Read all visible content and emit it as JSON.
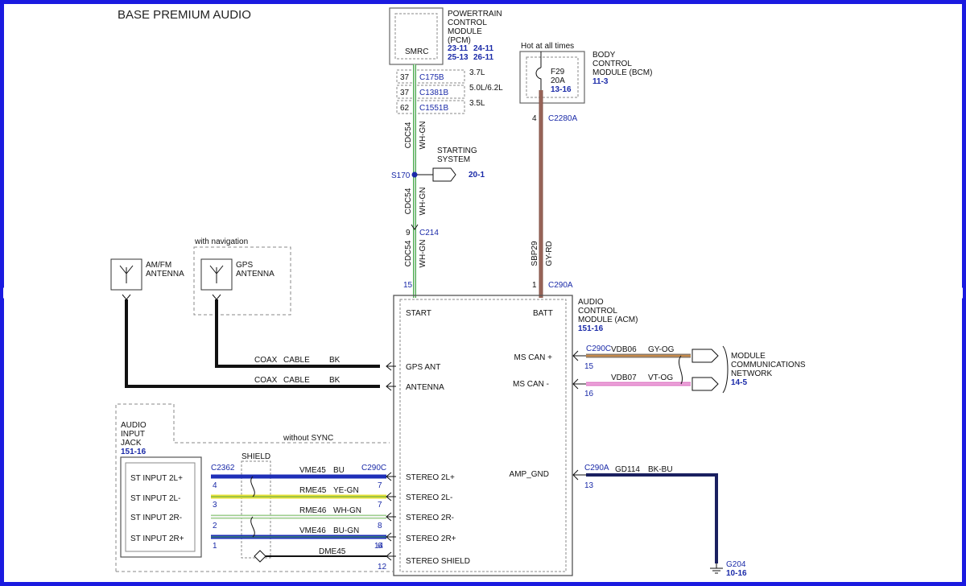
{
  "title": "BASE PREMIUM AUDIO",
  "pcm": {
    "lines": [
      "POWERTRAIN",
      "CONTROL",
      "MODULE",
      "(PCM)"
    ],
    "refs": [
      "23-11",
      "24-11",
      "25-13",
      "26-11"
    ],
    "inner_label": "SMRC",
    "pins": [
      {
        "pin": "37",
        "connector": "C175B",
        "variant": "3.7L"
      },
      {
        "pin": "37",
        "connector": "C1381B",
        "variant": "5.0L/6.2L"
      },
      {
        "pin": "62",
        "connector": "C1551B",
        "variant": "3.5L"
      }
    ]
  },
  "bcm": {
    "hot_label": "Hot at all times",
    "lines": [
      "BODY",
      "CONTROL",
      "MODULE (BCM)"
    ],
    "ref": "11-3",
    "fuse": "F29",
    "amps": "20A",
    "fuse_ref": "13-16",
    "pin": "4",
    "connector": "C2280A"
  },
  "start_circuit": {
    "segments": [
      {
        "circuit": "CDC54",
        "color": "WH-GN"
      },
      {
        "circuit": "CDC54",
        "color": "WH-GN"
      },
      {
        "circuit": "CDC54",
        "color": "WH-GN"
      }
    ],
    "splice": "S170",
    "starting_lines": [
      "STARTING",
      "SYSTEM"
    ],
    "starting_ref": "20-1",
    "c214_pin": "9",
    "c214": "C214",
    "acm_pin": "15"
  },
  "batt_circuit": {
    "circuit": "SBP29",
    "color": "GY-RD",
    "acm_pin": "1",
    "connector": "C290A"
  },
  "antennas": {
    "amfm_lines": [
      "AM/FM",
      "ANTENNA"
    ],
    "gps_lines": [
      "GPS",
      "ANTENNA"
    ],
    "with_navigation": "with navigation",
    "cables": [
      {
        "label": "COAX",
        "label2": "CABLE",
        "color": "BK"
      },
      {
        "label": "COAX",
        "label2": "CABLE",
        "color": "BK"
      }
    ]
  },
  "acm": {
    "lines": [
      "AUDIO",
      "CONTROL",
      "MODULE (ACM)"
    ],
    "ref": "151-16",
    "start": "START",
    "batt": "BATT",
    "left_pins": [
      "GPS ANT",
      "ANTENNA",
      "STEREO 2L+",
      "STEREO 2L-",
      "STEREO 2R-",
      "STEREO 2R+",
      "STEREO SHIELD"
    ],
    "right_pins": [
      "MS CAN +",
      "MS CAN -",
      "AMP_GND"
    ]
  },
  "can": {
    "connector": "C290C",
    "wires": [
      {
        "pin": "15",
        "circuit": "VDB06",
        "color": "GY-OG"
      },
      {
        "pin": "16",
        "circuit": "VDB07",
        "color": "VT-OG"
      }
    ],
    "network_lines": [
      "MODULE",
      "COMMUNICATIONS",
      "NETWORK"
    ],
    "network_ref": "14-5"
  },
  "ground": {
    "connector": "C290A",
    "pin": "13",
    "circuit": "GD114",
    "color": "BK-BU",
    "ground": "G204",
    "ground_ref": "10-16"
  },
  "jack": {
    "lines": [
      "AUDIO",
      "INPUT",
      "JACK"
    ],
    "ref": "151-16",
    "connector_left": "C2362",
    "connector_right": "C290C",
    "shield_label": "SHIELD",
    "without_sync": "without SYNC",
    "pins": [
      "ST INPUT 2L+",
      "ST INPUT 2L-",
      "ST INPUT 2R-",
      "ST INPUT 2R+"
    ],
    "wires": [
      {
        "left": "4",
        "circuit": "VME45",
        "color": "BU",
        "right": "7"
      },
      {
        "left": "3",
        "circuit": "RME45",
        "color": "YE-GN",
        "right": "7"
      },
      {
        "left": "2",
        "circuit": "RME46",
        "color": "WH-GN",
        "right": "8"
      },
      {
        "left": "1",
        "circuit": "VME46",
        "color": "BU-GN",
        "right": "14"
      }
    ],
    "shield_circuit": "DME45",
    "shield_pin": "6",
    "shield_pin2": "12"
  },
  "colors": {
    "border": "#1a1ae0",
    "ref_blue": "#1a2aa8",
    "wire_black": "#111111",
    "wire_blue": "#1e2fb8",
    "wire_yellow": "#e8e23a",
    "wire_white": "#e8e8e8",
    "wire_green": "#4caf50",
    "wire_brown": "#8b5a4e",
    "wire_pink": "#e07fc8",
    "wire_gray": "#8a8a8a"
  }
}
